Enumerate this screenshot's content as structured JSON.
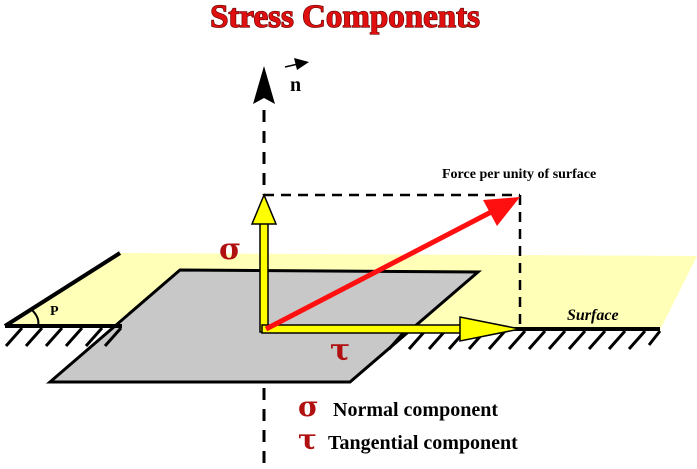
{
  "title": "Stress Components",
  "labels": {
    "normal_axis": "n",
    "force_label": "Force per unity of surface",
    "surface_label": "Surface",
    "angle_label": "P",
    "sigma_symbol": "σ",
    "tau_symbol": "τ"
  },
  "legend": [
    {
      "symbol": "σ",
      "text": "Normal component"
    },
    {
      "symbol": "τ",
      "text": "Tangential component"
    }
  ],
  "colors": {
    "title_fill": "#e01010",
    "plane_fill": "#ffffb8",
    "patch_fill": "#c8c8c8",
    "force_arrow": "#ff1010",
    "component_arrow": "#ffff00",
    "greek_symbols": "#b01010"
  }
}
